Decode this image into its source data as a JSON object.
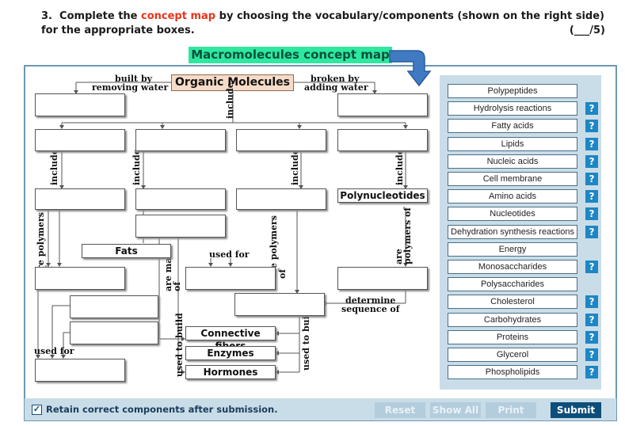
{
  "question": {
    "number": "3.",
    "prefix": "Complete the ",
    "highlight": "concept map",
    "suffix": " by choosing the vocabulary/components (shown on the right side) for the appropriate boxes.",
    "score": "(___/5)"
  },
  "map_title": "Macromolecules concept map",
  "root": "Organic Molecules",
  "labels": {
    "built_by_1": "built by",
    "built_by_2": "removing water",
    "broken_by_1": "broken by",
    "broken_by_2": "adding water",
    "include": "include",
    "are_polymers_of": "are polymers of",
    "are_made_of": "are made of",
    "used_for": "used for",
    "used_to_build": "used to build",
    "determine_1": "determine",
    "determine_2": "sequence of"
  },
  "filled_boxes": {
    "fats": "Fats",
    "polynucleotides": "Polynucleotides",
    "connective_fibers": "Connective fibers",
    "enzymes": "Enzymes",
    "hormones": "Hormones"
  },
  "components": [
    {
      "label": "Polypeptides",
      "help": false
    },
    {
      "label": "Hydrolysis reactions",
      "help": true
    },
    {
      "label": "Fatty acids",
      "help": true
    },
    {
      "label": "Lipids",
      "help": true
    },
    {
      "label": "Nucleic acids",
      "help": true
    },
    {
      "label": "Cell membrane",
      "help": true
    },
    {
      "label": "Amino acids",
      "help": true
    },
    {
      "label": "Nucleotides",
      "help": true
    },
    {
      "label": "Dehydration synthesis reactions",
      "help": true
    },
    {
      "label": "Energy",
      "help": false
    },
    {
      "label": "Monosaccharides",
      "help": true
    },
    {
      "label": "Polysaccharides",
      "help": false
    },
    {
      "label": "Cholesterol",
      "help": true
    },
    {
      "label": "Carbohydrates",
      "help": true
    },
    {
      "label": "Proteins",
      "help": true
    },
    {
      "label": "Glycerol",
      "help": true
    },
    {
      "label": "Phospholipids",
      "help": true
    }
  ],
  "help_glyph": "?",
  "footer": {
    "retain_label": "Retain correct components after submission.",
    "retain_checked": "✓",
    "reset": "Reset",
    "show_all": "Show All",
    "print": "Print",
    "submit": "Submit"
  },
  "colors": {
    "highlight": "#e8331c",
    "banner": "#2ee8a0",
    "help_button": "#1d86c5",
    "submit_button": "#0d4f7a",
    "panel": "#c9dde8"
  }
}
